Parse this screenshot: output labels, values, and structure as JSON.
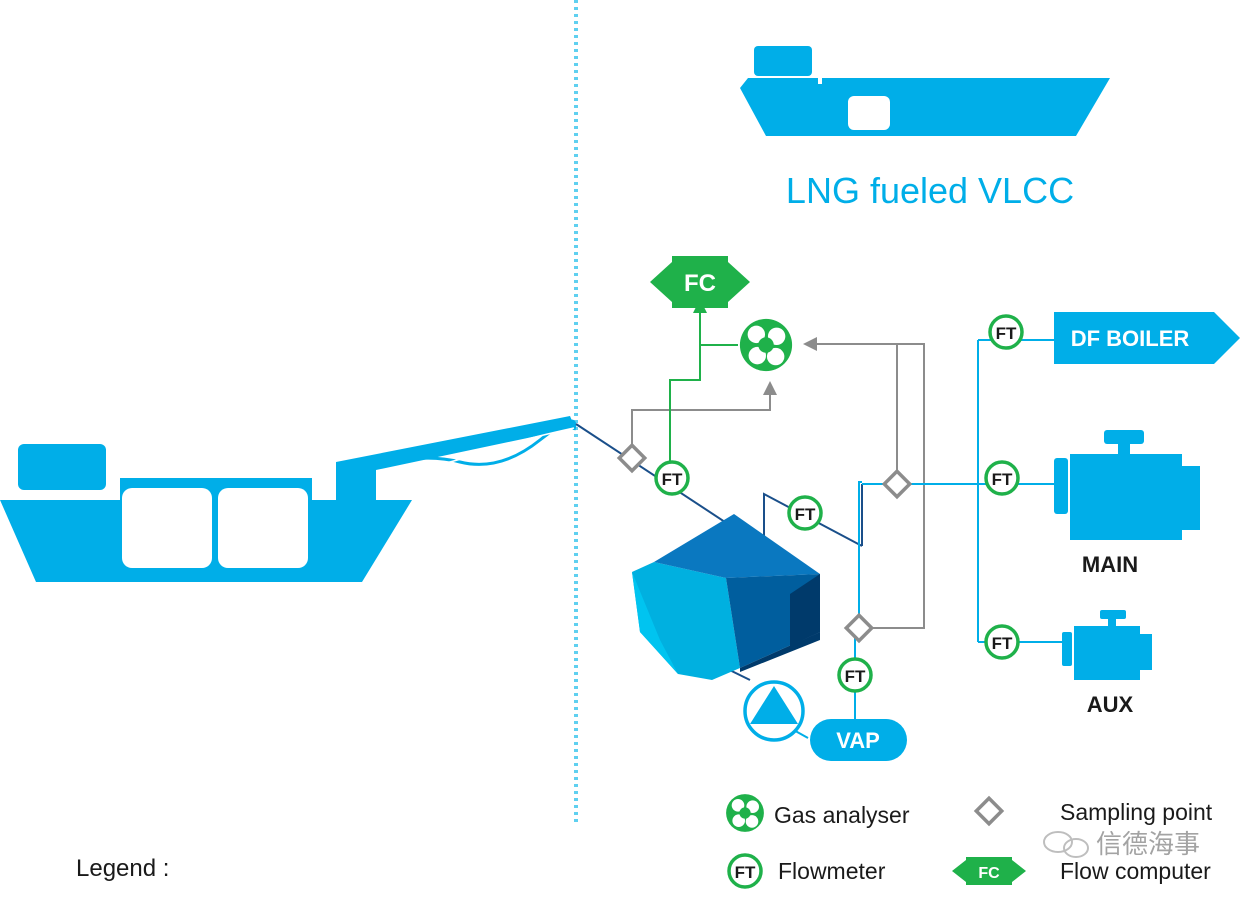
{
  "title": "LNG fueled VLCC",
  "labels": {
    "fc": "FC",
    "ft": "FT",
    "df_boiler": "DF BOILER",
    "main": "MAIN",
    "aux": "AUX",
    "vap": "VAP"
  },
  "legend": {
    "heading": "Legend :",
    "gas_analyser": "Gas analyser",
    "flowmeter": "Flowmeter",
    "sampling_point": "Sampling point",
    "flow_computer": "Flow computer"
  },
  "watermark": "信德海事",
  "colors": {
    "ship_blue": "#00aee8",
    "tank_dark": "#003a6b",
    "pipe_navy": "#1a4f8a",
    "signal_green": "#1fb14a",
    "sample_gray": "#8c8c8c",
    "divider": "#5fd0f0"
  }
}
